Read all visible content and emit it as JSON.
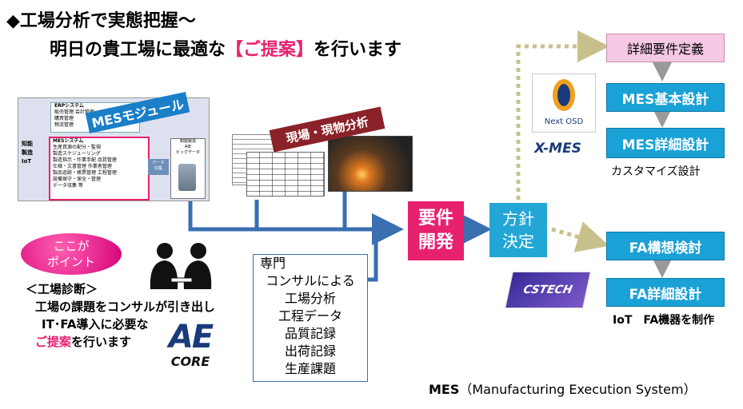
{
  "heading": {
    "line1": "◆工場分析で実態把握～",
    "line2_pre": "明日の貴工場に最適な",
    "line2_highlight": "【ご提案】",
    "line2_post": "を行います"
  },
  "mes_module": {
    "banner": "MESモジュール",
    "erp_title": "ERPシステム",
    "erp_items": [
      "販売管理 会計管理",
      "購買管理",
      "物流管理"
    ],
    "side_label": "知能\n製造\nIoT",
    "mes_title": "MESシステム",
    "mes_items": [
      "生産資源の配分・監視",
      "製造スケジューリング",
      "製造指示・作業手配 品質管理",
      "仕様・文書管理 作業者管理",
      "製品追跡・帳票管理 工程管理",
      "設備保守・保全・管理",
      "データ収集 等"
    ],
    "data_label": "データ\n収集",
    "aie_title": "知能製造\nAIE\nビッグデータ"
  },
  "site_analysis": {
    "banner": "現場・現物分析"
  },
  "point_bubble": {
    "line1": "ここが",
    "line2": "ポイント"
  },
  "diagnosis": {
    "title": "＜工場診断＞",
    "line1": "工場の課題をコンサルが引き出し",
    "line2": "IT･FA導入に必要な",
    "line3": "ご提案",
    "line3_post": "を行います"
  },
  "consult_box": {
    "lines": [
      "専門",
      "コンサルによる",
      "工場分析",
      "工程データ",
      "品質記録",
      "出荷記録",
      "生産課題"
    ]
  },
  "requirements": {
    "line1": "要件",
    "line2": "開発"
  },
  "policy": {
    "line1": "方針",
    "line2": "決定"
  },
  "right_flow": {
    "detail_req": "詳細要件定義",
    "mes_basic": "MES基本設計",
    "mes_detail": "MES詳細設計",
    "customize": "カスタマイズ設計",
    "fa_plan": "FA構想検討",
    "fa_detail": "FA詳細設計",
    "fa_note": "IoT　FA機器を制作"
  },
  "logos": {
    "nextosd": "Next OSD",
    "xmes": "X-MES",
    "cstech": "CSTECH",
    "aecore_top": "AE",
    "aecore_bottom": "CORE"
  },
  "footer": {
    "mes_bold": "MES",
    "mes_full": "（Manufacturing Execution System）"
  },
  "colors": {
    "accent_pink": "#e8216e",
    "accent_blue": "#1aa1d6",
    "line_blue": "#3a6fb0",
    "dotted": "#c8c08a"
  }
}
